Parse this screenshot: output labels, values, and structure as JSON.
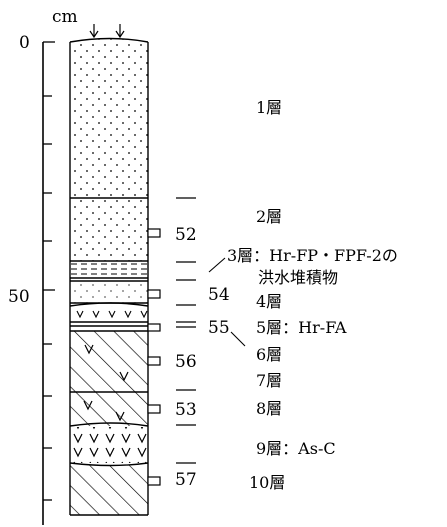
{
  "axis": {
    "unit": "cm",
    "tick_labels": [
      "0",
      "50"
    ]
  },
  "samples": [
    "52",
    "54",
    "55",
    "56",
    "53",
    "57"
  ],
  "layers": {
    "l1": "1層",
    "l2": "2層",
    "l3_line1": "3層：Hr-FP・FPF-2の",
    "l3_line2": "洪水堆積物",
    "l4": "4層",
    "l5": "5層：Hr-FA",
    "l6": "6層",
    "l7": "7層",
    "l8": "8層",
    "l9": "9層：As-C",
    "l10": "10層"
  }
}
